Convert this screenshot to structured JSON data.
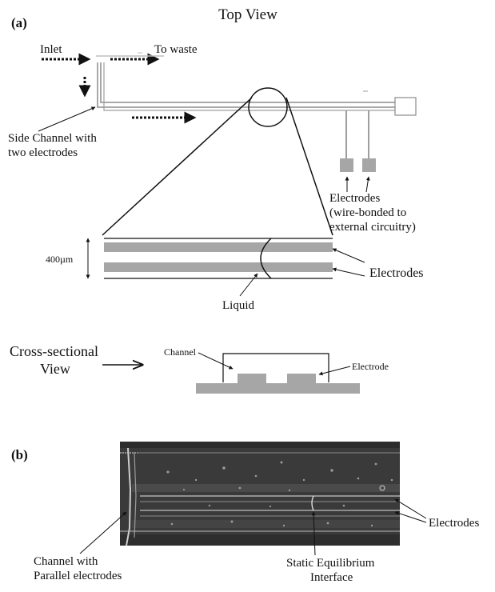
{
  "panel_a": {
    "tag": "(a)",
    "top_view_title": "Top View",
    "inlet_label": "Inlet",
    "waste_label": "To waste",
    "side_channel_label": [
      "Side Channel with",
      "two electrodes"
    ],
    "electrodes_bonded_label": [
      "Electrodes",
      "(wire-bonded to",
      "external circuitry)"
    ],
    "width_label": "400µm",
    "electrodes_label": "Electrodes",
    "liquid_label": "Liquid",
    "cross_section_label": [
      "Cross-sectional",
      "View"
    ],
    "channel_label": "Channel",
    "electrode_label": "Electrode"
  },
  "panel_b": {
    "tag": "(b)",
    "electrodes_label": "Electrodes",
    "channel_label": [
      "Channel with",
      "Parallel electrodes"
    ],
    "interface_label": [
      "Static Equilibrium",
      "Interface"
    ]
  },
  "colors": {
    "electrode_gray": "#a6a6a6",
    "micrograph_dark": "#3a3a3a",
    "line": "#111111"
  }
}
